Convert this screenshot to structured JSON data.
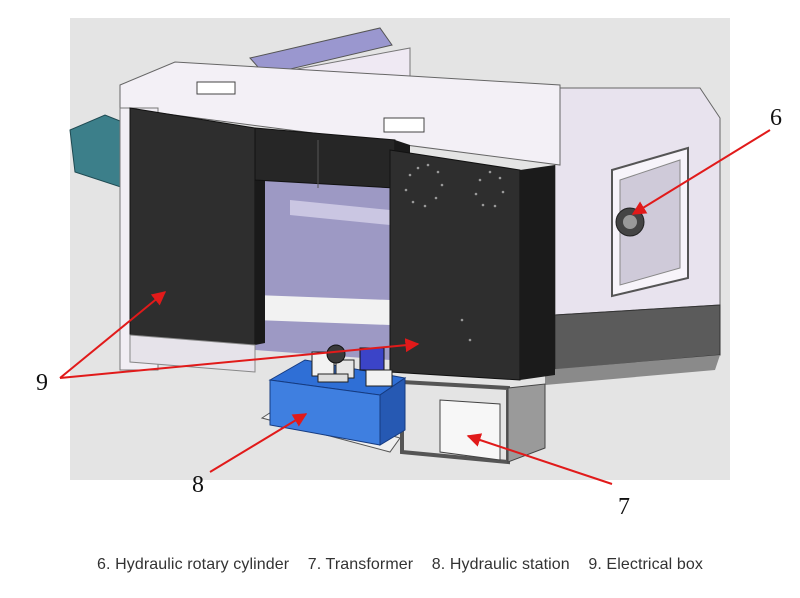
{
  "callouts": [
    {
      "number": "6"
    },
    {
      "number": "7"
    },
    {
      "number": "8"
    },
    {
      "number": "9"
    }
  ],
  "legend": [
    "6. Hydraulic rotary cylinder",
    "7. Transformer",
    "8. Hydraulic station",
    "9. Electrical box"
  ],
  "colors": {
    "housing": "#e8e3ee",
    "cabinet": "#2a2a2a",
    "hydraulic_tank": "#3f7fe0",
    "arrow": "#e11a1a",
    "hopper": "#3c7f8a",
    "top_plate": "#9a97cf"
  }
}
